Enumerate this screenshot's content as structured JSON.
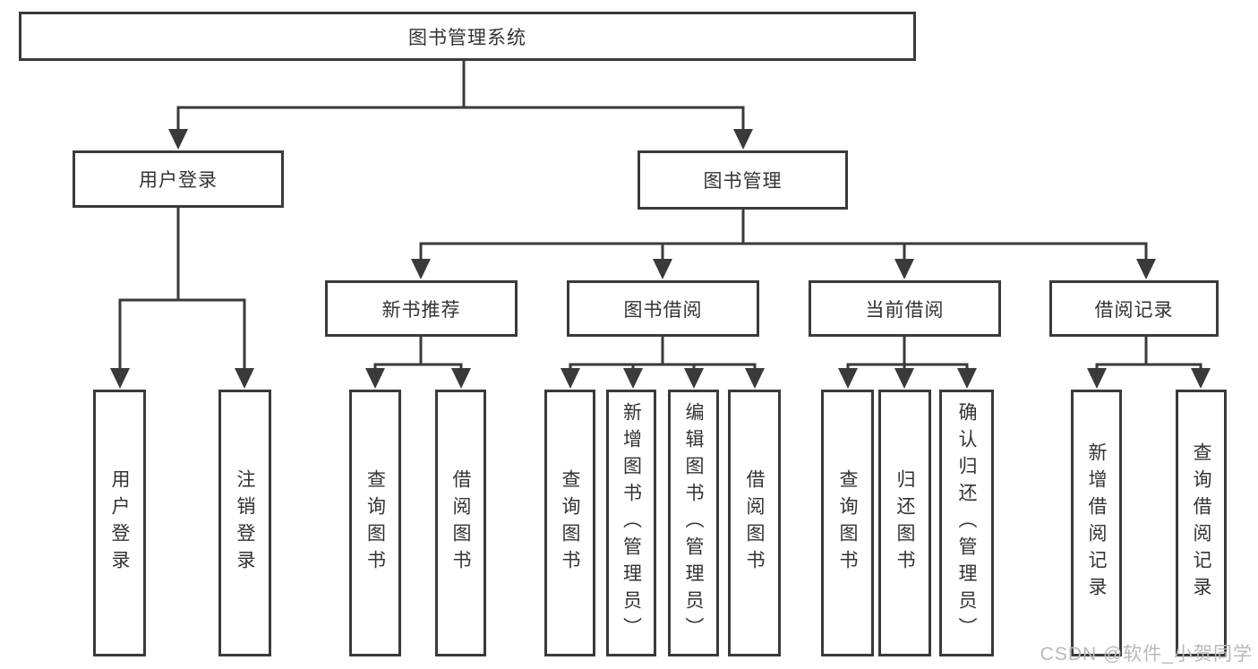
{
  "diagram_type": "hierarchy-tree",
  "watermark": "CSDN @软件_小贺同学",
  "colors": {
    "line": "#3a3a3a",
    "box_border": "#3a3a3a",
    "text": "#333333",
    "background": "#ffffff",
    "watermark_text": "#b9b9b9"
  },
  "tree": {
    "label": "图书管理系统",
    "children": [
      {
        "label": "用户登录",
        "children": [
          {
            "label": "用户登录"
          },
          {
            "label": "注销登录"
          }
        ]
      },
      {
        "label": "图书管理",
        "children": [
          {
            "label": "新书推荐",
            "children": [
              {
                "label": "查询图书"
              },
              {
                "label": "借阅图书"
              }
            ]
          },
          {
            "label": "图书借阅",
            "children": [
              {
                "label": "查询图书"
              },
              {
                "label": "新增图书（管理员）"
              },
              {
                "label": "编辑图书（管理员）"
              },
              {
                "label": "借阅图书"
              }
            ]
          },
          {
            "label": "当前借阅",
            "children": [
              {
                "label": "查询图书"
              },
              {
                "label": "归还图书"
              },
              {
                "label": "确认归还（管理员）"
              }
            ]
          },
          {
            "label": "借阅记录",
            "children": [
              {
                "label": "新增借阅记录"
              },
              {
                "label": "查询借阅记录"
              }
            ]
          }
        ]
      }
    ]
  }
}
